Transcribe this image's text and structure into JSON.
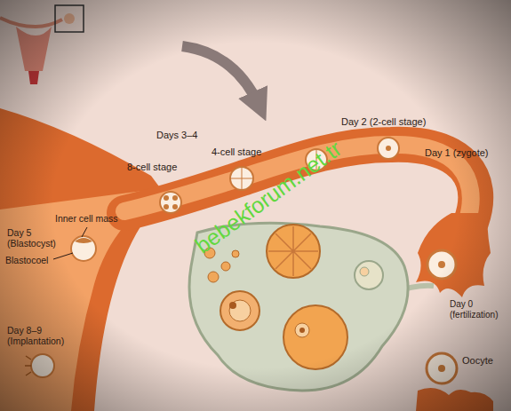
{
  "diagram": {
    "labels": [
      "Days 3–4",
      "4-cell stage",
      "Day 2 (2-cell stage)",
      "Day 1 (zygote)",
      "8-cell stage",
      "Inner cell mass",
      "Day 5 (Blastocyst)",
      "Blastocoel",
      "Day 0 (fertilization)",
      "Day 8–9 (Implantation)",
      "Oocyte",
      "bebekforum.net.tr"
    ]
  }
}
